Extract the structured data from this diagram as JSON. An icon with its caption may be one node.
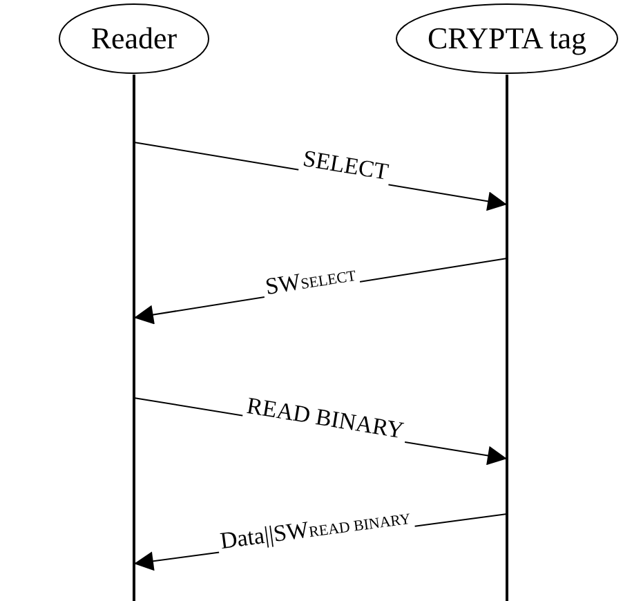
{
  "diagram": {
    "nodes": [
      {
        "text": [
          "Reader"
        ]
      },
      {
        "text": [
          "CRYPTA tag"
        ]
      }
    ],
    "edges": [
      {
        "from": 0,
        "to": 1,
        "arrow": "to",
        "label": "SELECT"
      },
      {
        "from": 1,
        "to": 0,
        "arrow": "to",
        "label": "SW$_{SELECT}$"
      },
      {
        "from": 0,
        "to": 1,
        "arrow": "to",
        "label": "READ BINARY"
      },
      {
        "from": 1,
        "to": 0,
        "arrow": "to",
        "label": "Data||SW$_{READ BINARY}$"
      }
    ]
  }
}
